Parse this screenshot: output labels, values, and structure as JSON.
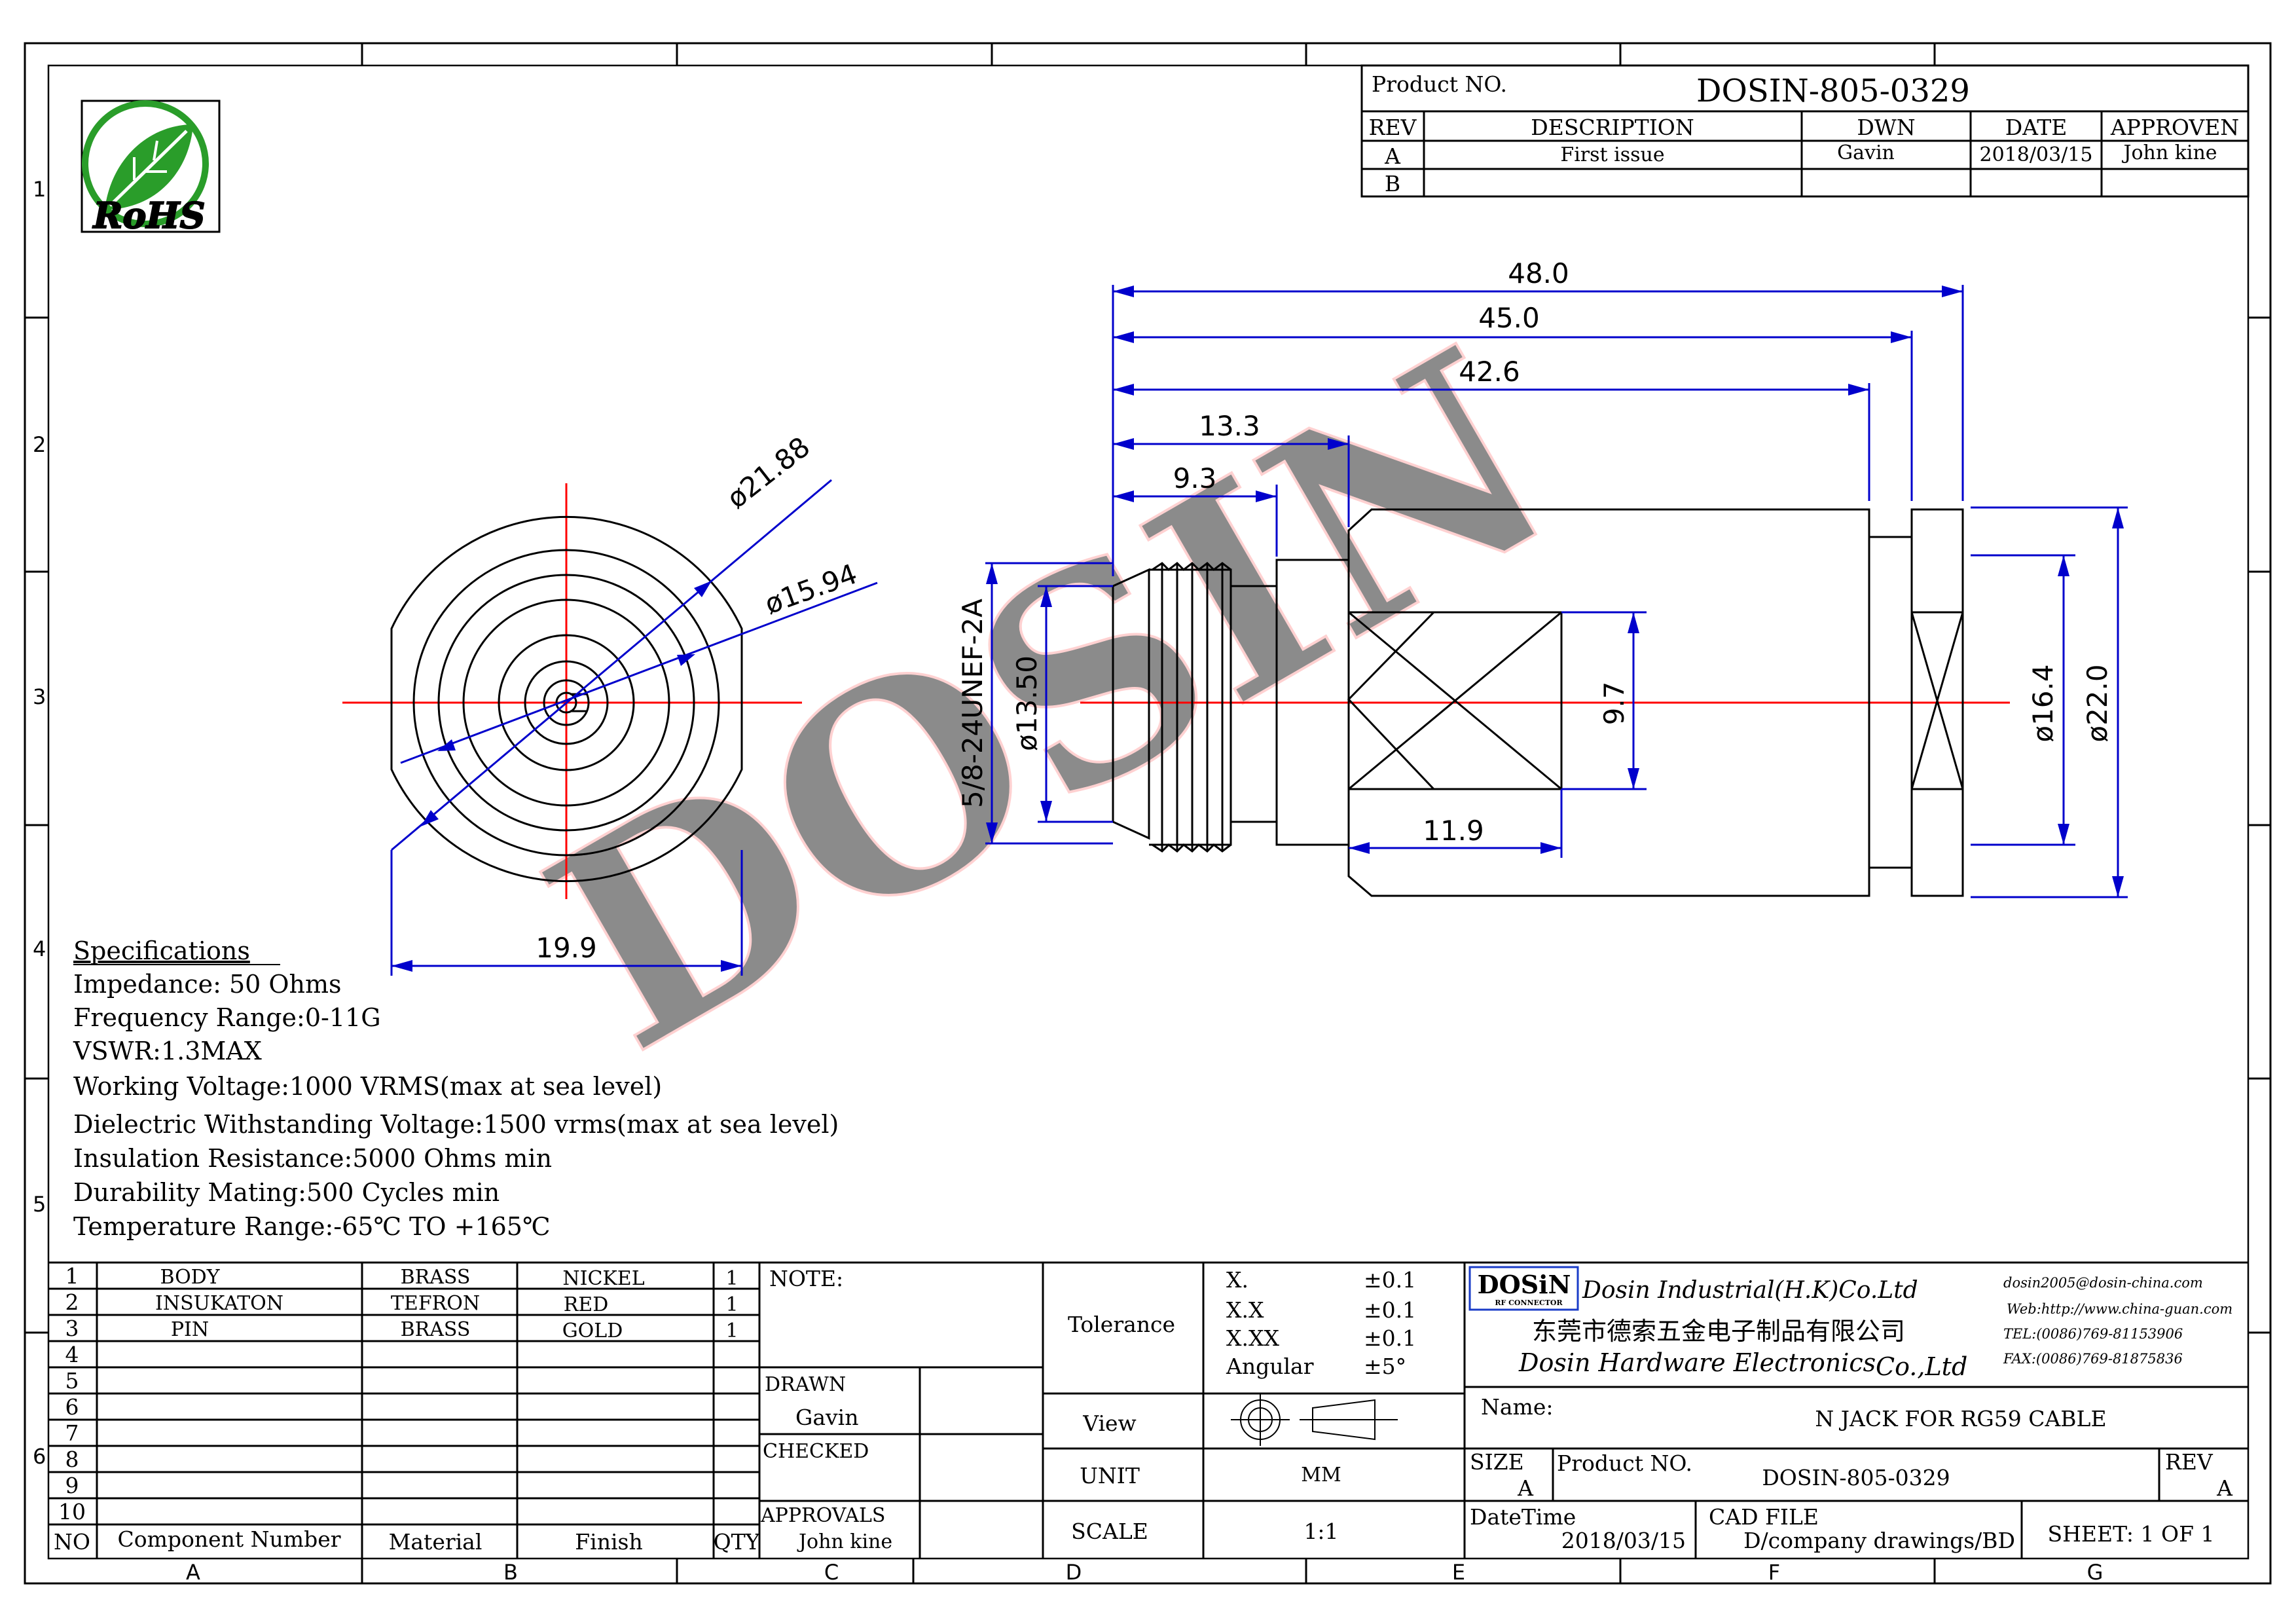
{
  "header": {
    "product_no_label": "Product NO.",
    "product_no": "DOSIN-805-0329",
    "rev_label": "REV",
    "description_label": "DESCRIPTION",
    "dwn_label": "DWN",
    "date_label": "DATE",
    "approven_label": "APPROVEN",
    "rows": [
      {
        "rev": "A",
        "description": "First issue",
        "dwn": "Gavin",
        "date": "2018/03/15",
        "approven": "John kine"
      },
      {
        "rev": "B",
        "description": "",
        "dwn": "",
        "date": "",
        "approven": ""
      }
    ]
  },
  "logo": {
    "text": "RoHS"
  },
  "watermark": "DOSIN",
  "zones": {
    "columns": [
      "A",
      "B",
      "C",
      "D",
      "E",
      "F",
      "G"
    ],
    "rows": [
      "1",
      "2",
      "3",
      "4",
      "5",
      "6"
    ]
  },
  "dimensions": {
    "front_outer": "ø21.88",
    "front_inner": "ø15.94",
    "front_width": "19.9",
    "len_48": "48.0",
    "len_45": "45.0",
    "len_42": "42.6",
    "len_13": "13.3",
    "len_9": "9.3",
    "thread": "5/8-24UNEF-2A",
    "dia_13": "ø13.50",
    "hex": "9.7",
    "hex_len": "11.9",
    "dia_16": "ø16.4",
    "dia_22": "ø22.0"
  },
  "specifications": {
    "title": "Specifications",
    "lines": [
      "Impedance: 50 Ohms",
      "Frequency Range:0-11G",
      "VSWR:1.3MAX",
      "Working Voltage:1000 VRMS(max at sea level)",
      "Dielectric Withstanding Voltage:1500 vrms(max at sea level)",
      "Insulation Resistance:5000 Ohms min",
      "Durability Mating:500 Cycles min",
      "Temperature Range:-65℃ TO +165℃"
    ]
  },
  "bom": {
    "headers": {
      "no": "NO",
      "component": "Component Number",
      "material": "Material",
      "finish": "Finish",
      "qty": "QTY"
    },
    "rows": [
      {
        "no": "1",
        "component": "BODY",
        "material": "BRASS",
        "finish": "NICKEL",
        "qty": "1"
      },
      {
        "no": "2",
        "component": "INSUKATON",
        "material": "TEFRON",
        "finish": "RED",
        "qty": "1"
      },
      {
        "no": "3",
        "component": "PIN",
        "material": "BRASS",
        "finish": "GOLD",
        "qty": "1"
      },
      {
        "no": "4",
        "component": "",
        "material": "",
        "finish": "",
        "qty": ""
      },
      {
        "no": "5",
        "component": "",
        "material": "",
        "finish": "",
        "qty": ""
      },
      {
        "no": "6",
        "component": "",
        "material": "",
        "finish": "",
        "qty": ""
      },
      {
        "no": "7",
        "component": "",
        "material": "",
        "finish": "",
        "qty": ""
      },
      {
        "no": "8",
        "component": "",
        "material": "",
        "finish": "",
        "qty": ""
      },
      {
        "no": "9",
        "component": "",
        "material": "",
        "finish": "",
        "qty": ""
      },
      {
        "no": "10",
        "component": "",
        "material": "",
        "finish": "",
        "qty": ""
      }
    ]
  },
  "notes": {
    "note_label": "NOTE:",
    "drawn_label": "DRAWN",
    "drawn_by": "Gavin",
    "checked_label": "CHECKED",
    "approvals_label": "APPROVALS",
    "approvals_by": "John kine"
  },
  "tolerance": {
    "label": "Tolerance",
    "rows": [
      {
        "k": "X.",
        "v": "±0.1"
      },
      {
        "k": "X.X",
        "v": "±0.1"
      },
      {
        "k": "X.XX",
        "v": "±0.1"
      },
      {
        "k": "Angular",
        "v": "±5°"
      }
    ],
    "view_label": "View",
    "unit_label": "UNIT",
    "unit": "MM",
    "scale_label": "SCALE",
    "scale": "1:1"
  },
  "company": {
    "logo": "DOSiN",
    "logo_sub": "RF CONNECTOR",
    "name_en": "Dosin Industrial(H.K)Co.Ltd",
    "name_cn": "东莞市德索五金电子制品有限公司",
    "name_hw": "Dosin Hardware Electronics",
    "name_hw_suffix": "Co.,Ltd",
    "email": "dosin2005@dosin-china.com",
    "web": "Web:http://www.china-guan.com",
    "tel": "TEL:(0086)769-81153906",
    "fax": "FAX:(0086)769-81875836",
    "brand_color": "#1a3cc8",
    "accent_color": "#cc00cc"
  },
  "title_block": {
    "name_label": "Name:",
    "name": "N JACK FOR RG59 CABLE",
    "size_label": "SIZE",
    "size": "A",
    "product_no_label": "Product NO.",
    "product_no": "DOSIN-805-0329",
    "rev_label": "REV",
    "rev": "A",
    "datetime_label": "DateTime",
    "datetime": "2018/03/15",
    "cad_label": "CAD FILE",
    "cad": "D/company drawings/BD",
    "sheet": "SHEET: 1 OF 1"
  }
}
